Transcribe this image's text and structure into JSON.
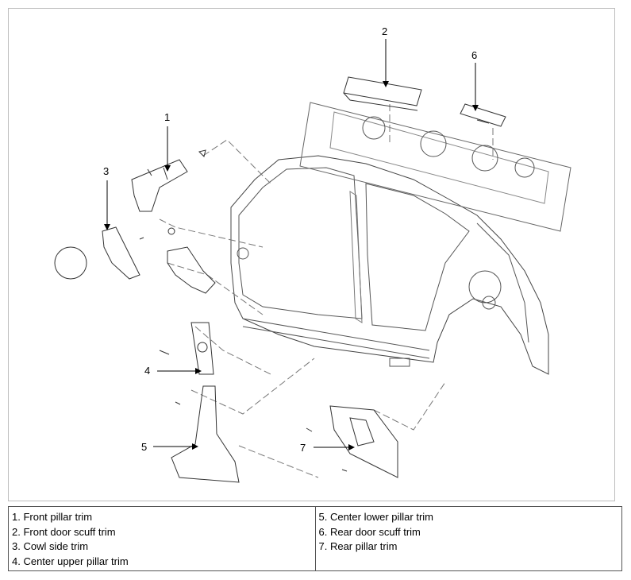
{
  "callouts": [
    {
      "num": "1"
    },
    {
      "num": "2"
    },
    {
      "num": "3"
    },
    {
      "num": "4"
    },
    {
      "num": "5"
    },
    {
      "num": "6"
    },
    {
      "num": "7"
    }
  ],
  "legend": {
    "left": [
      "1. Front pillar trim",
      "2. Front door scuff trim",
      "3. Cowl side trim",
      "4. Center upper pillar trim"
    ],
    "right": [
      "5. Center lower pillar trim",
      "6. Rear door scuff trim",
      "7. Rear pillar trim"
    ]
  }
}
